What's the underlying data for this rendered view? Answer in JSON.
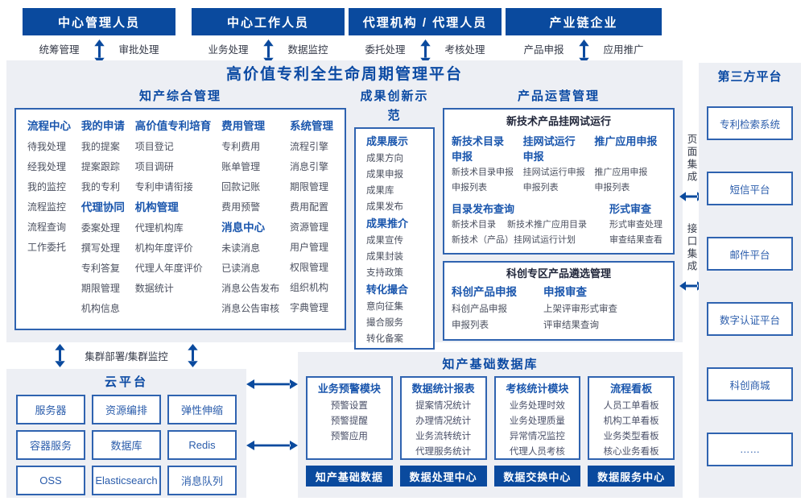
{
  "colors": {
    "navy": "#0a4a9e",
    "blue": "#1a56ad",
    "title": "#0b4aa3",
    "txt": "#4b505f",
    "border": "#2f63b0",
    "panel": "#edeff4",
    "boxtext": "#2a5cab",
    "label": "#363b49"
  },
  "top_actors": [
    {
      "title": "中心管理人员",
      "labels": [
        "统筹管理",
        "审批处理"
      ]
    },
    {
      "title": "中心工作人员",
      "labels": [
        "业务处理",
        "数据监控"
      ]
    },
    {
      "title": "代理机构 / 代理人员",
      "labels": [
        "委托处理",
        "考核处理"
      ]
    },
    {
      "title": "产业链企业",
      "labels": [
        "产品申报",
        "应用推广"
      ]
    }
  ],
  "platform": {
    "title": "高价值专利全生命周期管理平台",
    "sections": {
      "zhichan": {
        "title": "知产综合管理",
        "columns": [
          {
            "groups": [
              {
                "header": "流程中心",
                "items": [
                  "待我处理",
                  "经我处理",
                  "我的监控",
                  "流程监控",
                  "流程查询",
                  "工作委托"
                ]
              }
            ]
          },
          {
            "groups": [
              {
                "header": "我的申请",
                "items": [
                  "我的提案",
                  "提案跟踪",
                  "我的专利"
                ]
              },
              {
                "header": "代理协同",
                "items": [
                  "委案处理",
                  "撰写处理",
                  "专利答复",
                  "期限管理",
                  "机构信息"
                ]
              }
            ]
          },
          {
            "groups": [
              {
                "header": "高价值专利培育",
                "items": [
                  "项目登记",
                  "项目调研",
                  "专利申请衔接"
                ]
              },
              {
                "header": "机构管理",
                "items": [
                  "代理机构库",
                  "机构年度评价",
                  "代理人年度评价",
                  "数据统计"
                ]
              }
            ]
          },
          {
            "groups": [
              {
                "header": "费用管理",
                "items": [
                  "专利费用",
                  "账单管理",
                  "回款记账",
                  "费用预警"
                ]
              },
              {
                "header": "消息中心",
                "items": [
                  "未读消息",
                  "已读消息",
                  "消息公告发布",
                  "消息公告审核"
                ]
              }
            ]
          },
          {
            "groups": [
              {
                "header": "系统管理",
                "items": [
                  "流程引擎",
                  "消息引擎",
                  "期限管理",
                  "费用配置",
                  "资源管理",
                  "用户管理",
                  "权限管理",
                  "组织机构",
                  "字典管理"
                ]
              }
            ]
          }
        ]
      },
      "chengguo": {
        "title": "成果创新示范",
        "groups": [
          {
            "header": "成果展示",
            "items": [
              "成果方向",
              "成果申报",
              "成果库",
              "成果发布"
            ]
          },
          {
            "header": "成果推介",
            "items": [
              "成果宣传",
              "成果封装",
              "支持政策"
            ]
          },
          {
            "header": "转化撮合",
            "items": [
              "意向征集",
              "撮合服务",
              "转化备案"
            ]
          }
        ]
      },
      "chanpin": {
        "title": "产品运营管理",
        "newtech_panel": {
          "title": "新技术产品挂网试运行",
          "declare_groups": [
            {
              "header": "新技术目录申报",
              "items": [
                "新技术目录申报",
                "申报列表"
              ]
            },
            {
              "header": "挂网试运行申报",
              "items": [
                "挂网试运行申报",
                "申报列表"
              ]
            },
            {
              "header": "推广应用申报",
              "items": [
                "推广应用申报",
                "申报列表"
              ]
            }
          ],
          "directory_group": {
            "header": "目录发布查询",
            "items": [
              "新技术目录",
              "新技术推广应用目录",
              "新技术（产品）挂网试运行计划"
            ]
          },
          "review_group": {
            "header": "形式审查",
            "items": [
              "形式审查处理",
              "审查结果查看"
            ]
          }
        },
        "kechuang_panel": {
          "title": "科创专区产品遴选管理",
          "groups": [
            {
              "header": "科创产品申报",
              "items": [
                "科创产品申报",
                "申报列表"
              ]
            },
            {
              "header": "申报审查",
              "items": [
                "上架评审形式审查",
                "评审结果查询"
              ]
            }
          ]
        }
      }
    }
  },
  "integration": {
    "page": "页面集成",
    "api": "接口集成"
  },
  "third_party": {
    "title": "第三方平台",
    "items": [
      "专利检索系统",
      "短信平台",
      "邮件平台",
      "数字认证平台",
      "科创商城",
      "……"
    ]
  },
  "cluster_label": "集群部署/集群监控",
  "cloud": {
    "title": "云平台",
    "items": [
      "服务器",
      "资源编排",
      "弹性伸缩",
      "容器服务",
      "数据库",
      "Redis",
      "OSS",
      "Elasticsearch",
      "消息队列"
    ]
  },
  "database": {
    "title": "知产基础数据库",
    "modules": [
      {
        "header": "业务预警模块",
        "items": [
          "预警设置",
          "预警提醒",
          "预警应用"
        ],
        "footer": "知产基础数据"
      },
      {
        "header": "数据统计报表",
        "items": [
          "提案情况统计",
          "办理情况统计",
          "业务流转统计",
          "代理服务统计"
        ],
        "footer": "数据处理中心"
      },
      {
        "header": "考核统计模块",
        "items": [
          "业务处理时效",
          "业务处理质量",
          "异常情况监控",
          "代理人员考核"
        ],
        "footer": "数据交换中心"
      },
      {
        "header": "流程看板",
        "items": [
          "人员工单看板",
          "机构工单看板",
          "业务类型看板",
          "核心业务看板"
        ],
        "footer": "数据服务中心"
      }
    ]
  }
}
